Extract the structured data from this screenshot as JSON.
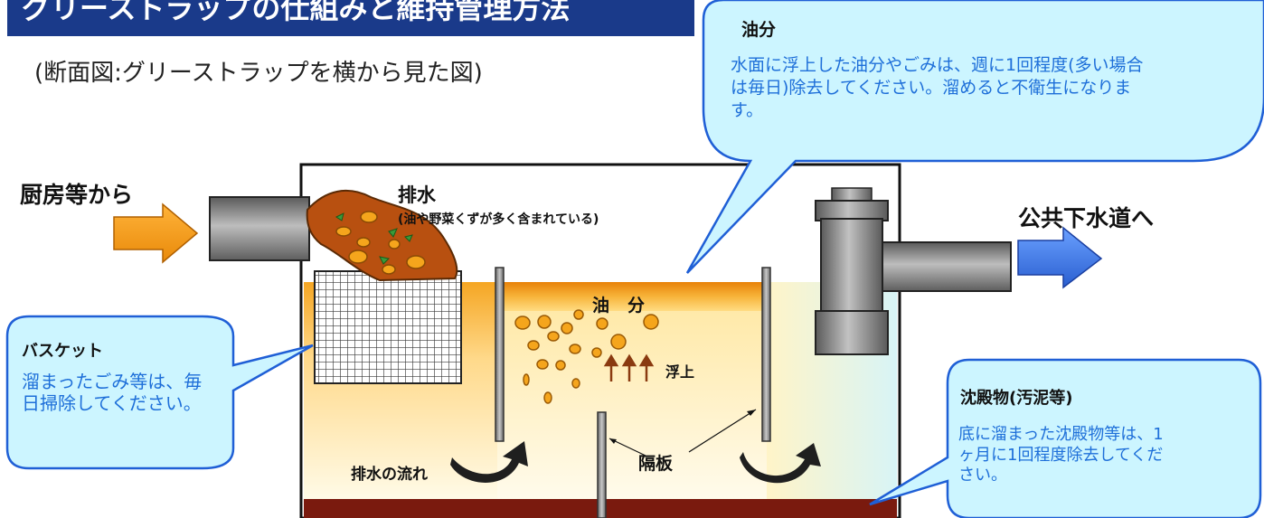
{
  "title": "グリーストラップの仕組みと維持管理方法",
  "subtitle": "(断面図:グリーストラップを横から見た図)",
  "inlet_label": "厨房等から",
  "outlet_label": "公共下水道へ",
  "drain": {
    "title": "排水",
    "note": "(油や野菜くずが多く含まれている)"
  },
  "oil_band_label": "油分",
  "rise_label": "浮上",
  "partition_label": "隔板",
  "flow_label": "排水の流れ",
  "callouts": {
    "oil": {
      "title": "油分",
      "body": "水面に浮上した油分やごみは、週に1回程度(多い場合は毎日)除去してください。溜めると不衛生になります。"
    },
    "basket": {
      "title": "バスケット",
      "body": "溜まったごみ等は、毎日掃除してください。"
    },
    "sediment": {
      "title": "沈殿物(汚泥等)",
      "body": "底に溜まった沈殿物等は、1ヶ月に1回程度除去してください。"
    }
  },
  "colors": {
    "title_bar": "#1a3a8a",
    "callout_fill": "#ccf5ff",
    "callout_stroke": "#1f5fd6",
    "callout_text": "#1e6fd9",
    "oil_layer": "#f6a21a",
    "sediment": "#7a1a0e",
    "inlet_arrow": "#f6a21a",
    "outlet_arrow": "#3a6fe0"
  }
}
